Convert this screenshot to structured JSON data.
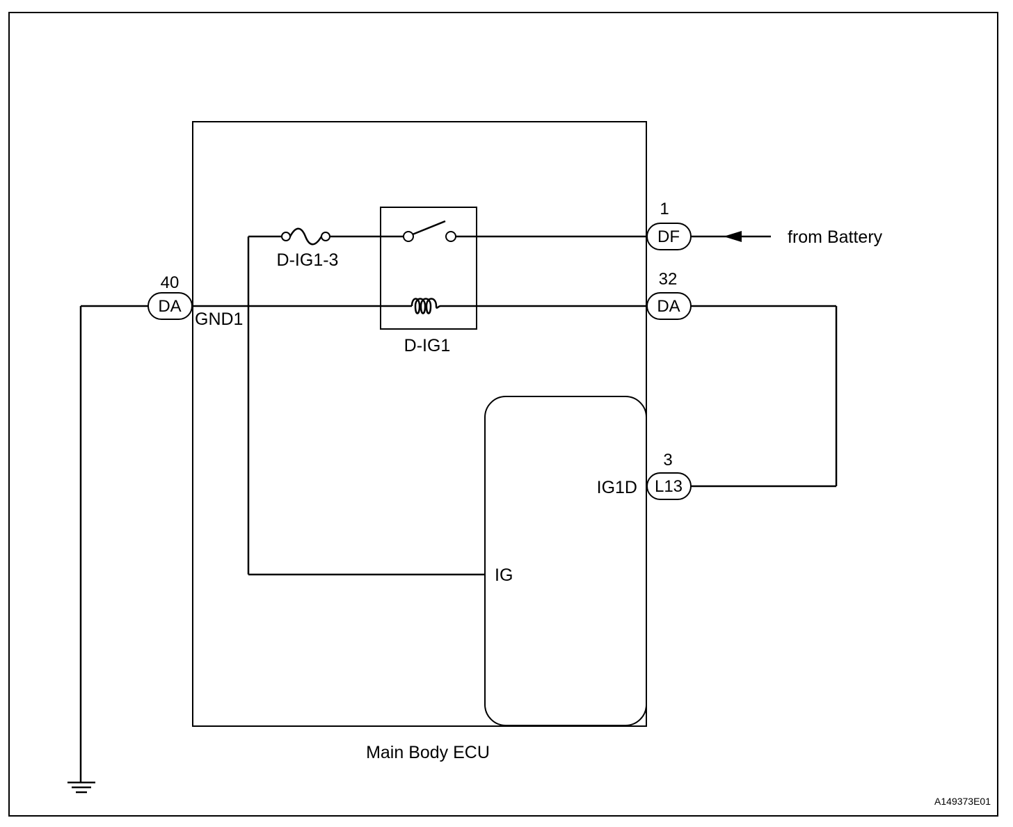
{
  "diagram": {
    "ecu_label": "Main Body ECU",
    "figure_code": "A149373E01",
    "source_label": "from Battery",
    "fuse_label": "D-IG1-3",
    "relay_label": "D-IG1",
    "terminals": {
      "gnd1": "GND1",
      "ig1d": "IG1D",
      "ig": "IG"
    },
    "connectors": {
      "df": {
        "pin": "1",
        "name": "DF"
      },
      "da_right": {
        "pin": "32",
        "name": "DA"
      },
      "da_left": {
        "pin": "40",
        "name": "DA"
      },
      "l13": {
        "pin": "3",
        "name": "L13"
      }
    }
  }
}
